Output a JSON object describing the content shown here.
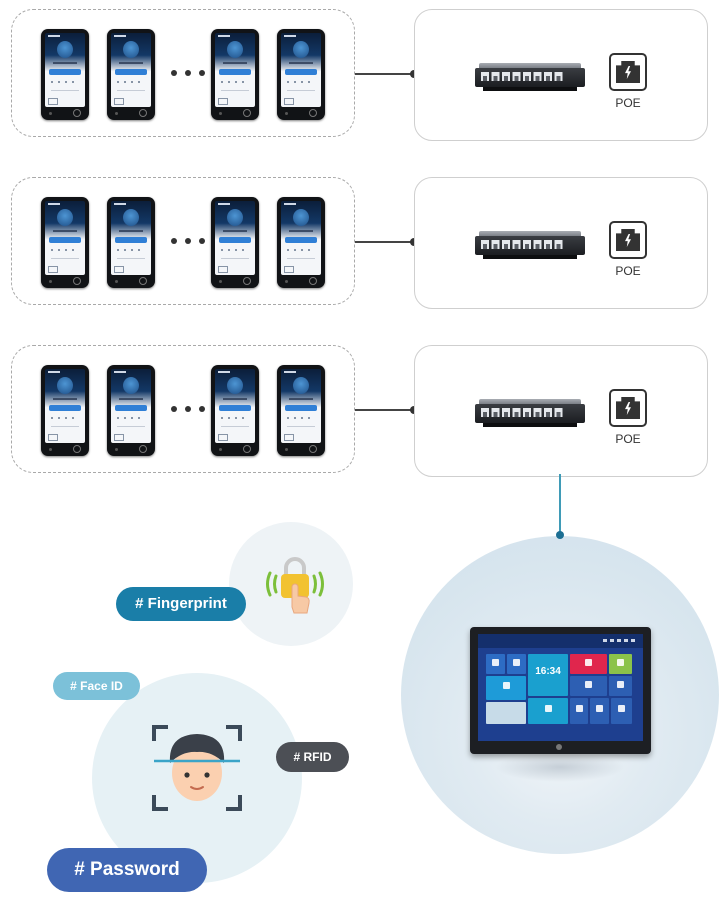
{
  "groups": [
    {
      "id": "row-1",
      "switch_label": "POE"
    },
    {
      "id": "row-2",
      "switch_label": "POE"
    },
    {
      "id": "row-3",
      "switch_label": "POE"
    }
  ],
  "features": {
    "fingerprint": "# Fingerprint",
    "face_id": "# Face ID",
    "rfid": "# RFID",
    "password": "# Password"
  },
  "panel": {
    "clock": "16:34"
  },
  "colors": {
    "link": "#3f9bb7",
    "fingerprint_pill": "#1a7ea8",
    "face_pill": "#7cc1d9",
    "rfid_pill": "#4c4f55",
    "password_pill": "#4066b3"
  },
  "icons": [
    "face-terminal-icon",
    "ethernet-switch-icon",
    "poe-port-icon",
    "fingerprint-lock-icon",
    "face-scan-icon",
    "indoor-monitor-icon"
  ]
}
